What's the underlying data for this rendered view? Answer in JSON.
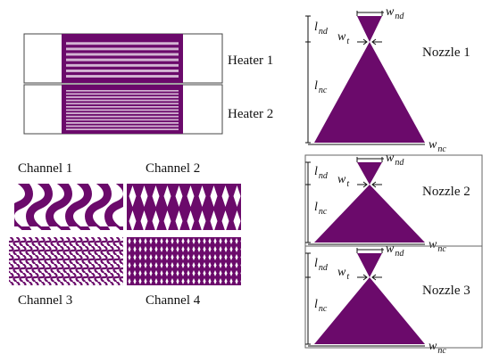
{
  "colors": {
    "purple": "#6b0a6b",
    "lightPurple": "#d3b4d3",
    "line": "#111111",
    "frame": "#444444"
  },
  "heaters": [
    {
      "label": "Heater 1",
      "stripes": 7
    },
    {
      "label": "Heater 2",
      "stripes": 13
    }
  ],
  "channels": [
    {
      "label": "Channel 1",
      "pattern": "serpentine"
    },
    {
      "label": "Channel 2",
      "pattern": "diamond-array"
    },
    {
      "label": "Channel 3",
      "pattern": "fine-serpentine"
    },
    {
      "label": "Channel 4",
      "pattern": "fine-diamond-array"
    }
  ],
  "nozzles": [
    {
      "label": "Nozzle 1"
    },
    {
      "label": "Nozzle 2"
    },
    {
      "label": "Nozzle 3"
    }
  ],
  "dims": {
    "l_nd": {
      "main": "l",
      "sub": "nd"
    },
    "l_nc": {
      "main": "l",
      "sub": "nc"
    },
    "w_nd": {
      "main": "w",
      "sub": "nd"
    },
    "w_nc": {
      "main": "w",
      "sub": "nc"
    },
    "w_t": {
      "main": "w",
      "sub": "t"
    }
  }
}
